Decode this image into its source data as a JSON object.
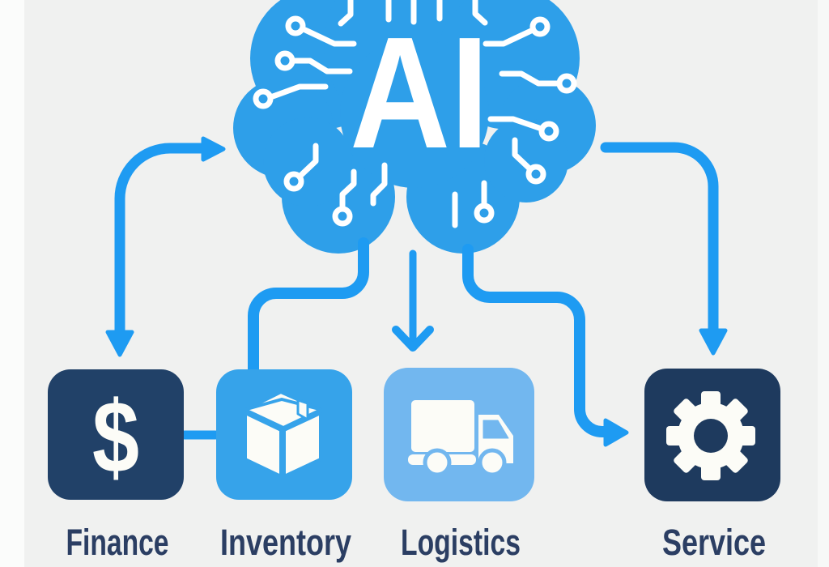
{
  "diagram_title": "AI",
  "brain": {
    "label": "AI",
    "description_icon": "circuit-brain-icon"
  },
  "modules": [
    {
      "id": "finance",
      "label": "Finance",
      "icon": "dollar-icon",
      "icon_char": "$",
      "box_color": "#214168"
    },
    {
      "id": "inventory",
      "label": "Inventory",
      "icon": "package-icon",
      "box_color": "#36a3ea"
    },
    {
      "id": "logistics",
      "label": "Logistics",
      "icon": "truck-icon",
      "box_color": "#72b7ef"
    },
    {
      "id": "service",
      "label": "Service",
      "icon": "gear-icon",
      "box_color": "#1e3a5e"
    }
  ],
  "connections": [
    {
      "from": "brain",
      "to": "finance",
      "style": "double-headed-arrow"
    },
    {
      "from": "brain",
      "to": "inventory",
      "style": "direct-line"
    },
    {
      "from": "brain",
      "to": "logistics",
      "style": "straight-arrow-down"
    },
    {
      "from": "brain",
      "to": "service",
      "style": "curved-arrow-right"
    },
    {
      "from": "brain",
      "to": "service",
      "style": "arrow-down-top"
    },
    {
      "from": "finance",
      "to": "inventory",
      "style": "plain-connector"
    }
  ],
  "colors": {
    "bg": "#f0f1f0",
    "edge_strip": "#fbfcfb",
    "brain": "#2e9fe9",
    "arrow": "#1e9bf2",
    "white": "#ffffff",
    "icon": "#fcfcf7",
    "label": "#2b3e63",
    "finance": "#214168",
    "inventory": "#36a3ea",
    "logistics": "#72b7ef",
    "service": "#1e3a5e"
  }
}
